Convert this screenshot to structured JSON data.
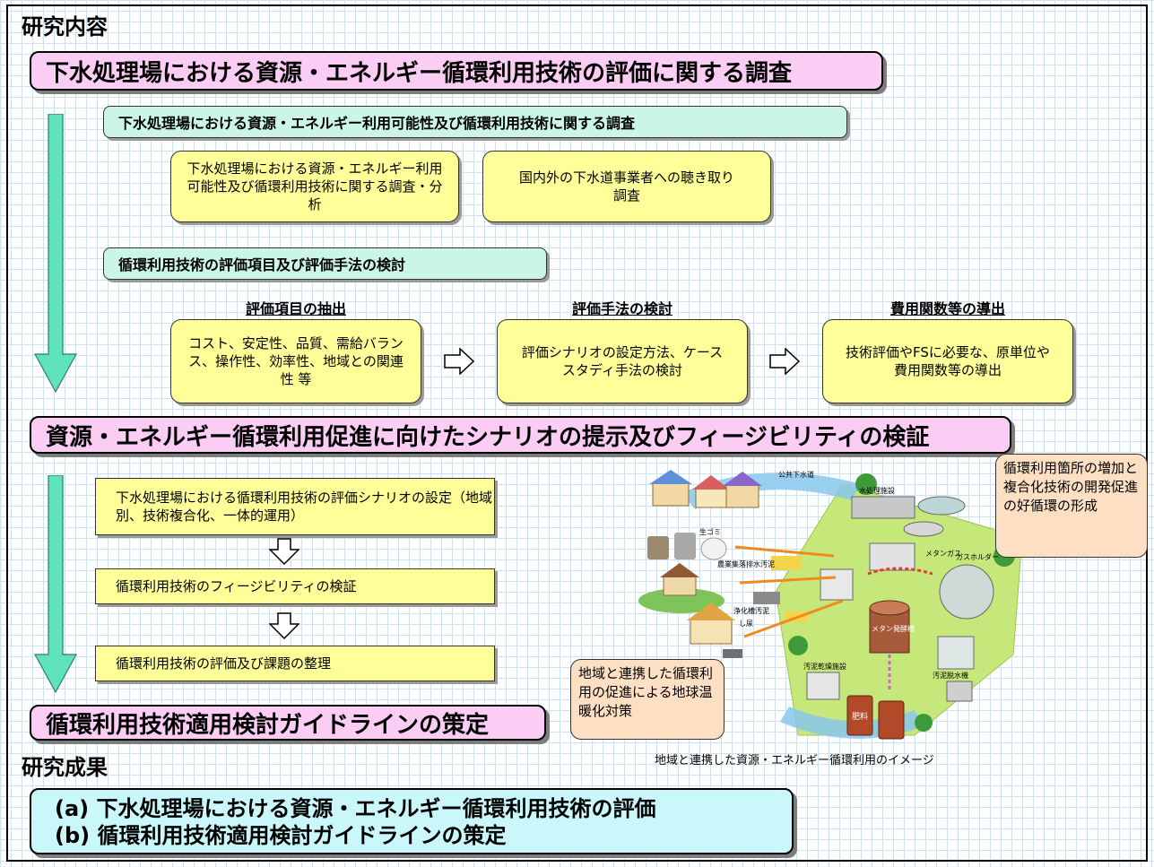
{
  "section_research_content": "研究内容",
  "main_title": "下水処理場における資源・エネルギー循環利用技術の評価に関する調査",
  "sub1": {
    "title": "下水処理場における資源・エネルギー利用可能性及び循環利用技術に関する調査",
    "box_left": "下水処理場における資源・エネルギー利用可能性及び循環利用技術に関する調査・分析",
    "box_right": "国内外の下水道事業者への聴き取り調査"
  },
  "sub2": {
    "title": "循環利用技術の評価項目及び評価手法の検討",
    "col1_head": "評価項目の抽出",
    "col1_box": "コスト、安定性、品質、需給バランス、操作性、効率性、地域との関連性 等",
    "col2_head": "評価手法の検討",
    "col2_box": "評価シナリオの設定方法、ケーススタディ手法の検討",
    "col3_head": "費用関数等の導出",
    "col3_box": "技術評価やFSに必要な、原単位や費用関数等の導出"
  },
  "scenario_title": "資源・エネルギー循環利用促進に向けたシナリオの提示及びフィージビリティの検証",
  "steps": [
    "下水処理場における循環利用技術の評価シナリオの設定（地域別、技術複合化、一体的運用）",
    "循環利用技術のフィージビリティの検証",
    "循環利用技術の評価及び課題の整理"
  ],
  "guideline_title": "循環利用技術適用検討ガイドラインの策定",
  "illustration": {
    "callout_top": "循環利用箇所の増加と複合化技術の開発促進の好循環の形成",
    "callout_bottom": "地域と連携した循環利用の促進による地球温暖化対策",
    "caption": "地域と連携した資源・エネルギー循環利用のイメージ",
    "labels": {
      "public_sewer": "公共下水道",
      "water_treatment": "水処理施設",
      "garbage": "生ゴミ",
      "farm_wastewater": "農業集落排水汚泥",
      "septic": "浄化槽汚泥",
      "night_soil": "し尿",
      "methane_gas": "メタンガス",
      "gas_holder": "ガスホルダー",
      "methane_tank": "メタン発酵槽",
      "sludge_dryer": "汚泥乾燥施設",
      "dehydrator": "汚泥脱水機",
      "fertilizer": "肥料"
    }
  },
  "section_results": "研究成果",
  "results": [
    "(a)  下水処理場における資源・エネルギー循環利用技術の評価",
    "(b)  循環利用技術適用検討ガイドラインの策定"
  ],
  "colors": {
    "pink_box": "#fbcdf5",
    "teal_box": "#ccf5ea",
    "yellow_box": "#ffff9a",
    "cyan_box": "#c9f7fa",
    "bubble": "#fde0c4",
    "flow_arrow": "#5fe3bd"
  }
}
